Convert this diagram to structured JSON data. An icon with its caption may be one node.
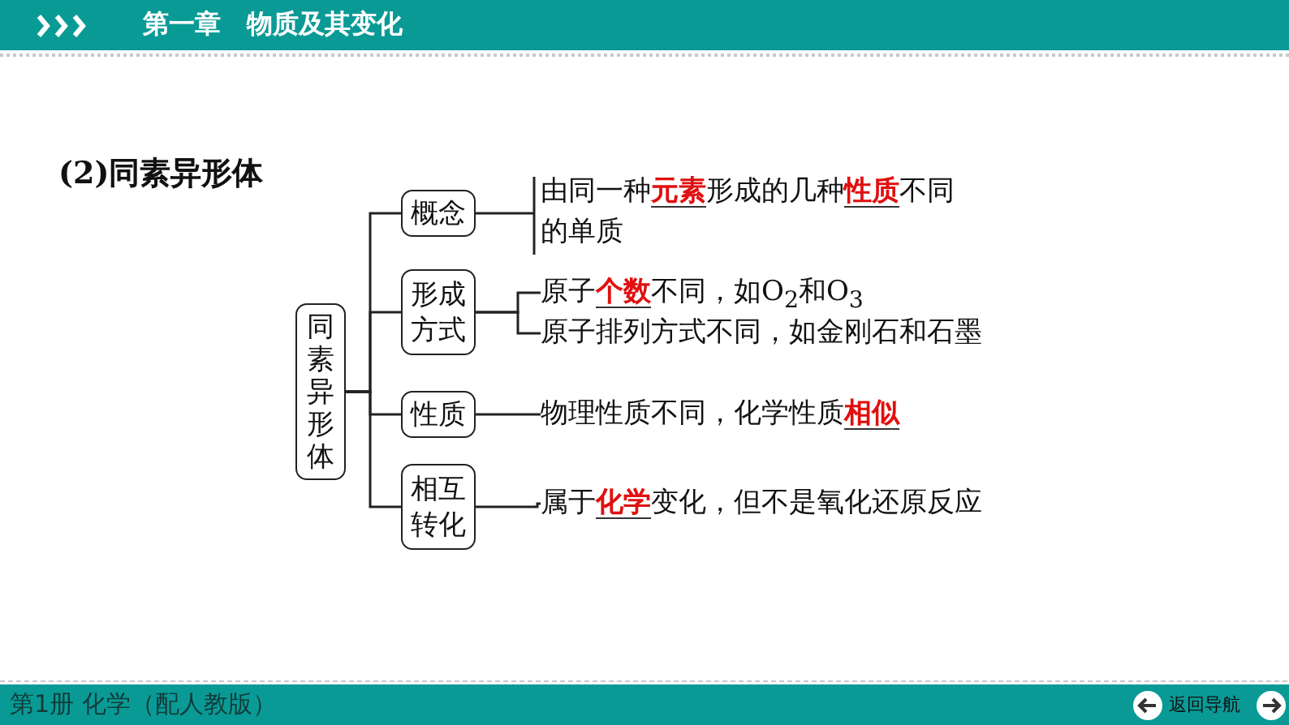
{
  "diagram": {
    "title": "(2)同素异形体",
    "nodes": [
      {
        "text": [
          "同素异形体"
        ]
      },
      {
        "text": [
          "概念"
        ]
      },
      {
        "text": [
          "形成方式"
        ]
      },
      {
        "text": [
          "性质"
        ]
      },
      {
        "text": [
          "相互转化"
        ]
      },
      {
        "text": [
          "由同一种**元素**形成的几种**性质**不同的单质"
        ]
      },
      {
        "text": [
          "原子**个数**不同，如O$_{2}$和O$_{3}$"
        ]
      },
      {
        "text": [
          "原子排列方式不同，如金刚石和石墨"
        ]
      },
      {
        "text": [
          "物理性质不同，化学性质**相似**"
        ]
      },
      {
        "text": [
          "属于**化学**变化，但不是氧化还原反应"
        ]
      }
    ],
    "edges": [
      {
        "from": 0,
        "to": 1,
        "arrow": "none"
      },
      {
        "from": 0,
        "to": 2,
        "arrow": "none"
      },
      {
        "from": 0,
        "to": 3,
        "arrow": "none"
      },
      {
        "from": 0,
        "to": 4,
        "arrow": "none"
      },
      {
        "from": 1,
        "to": 5,
        "arrow": "none"
      },
      {
        "from": 2,
        "to": 6,
        "arrow": "none"
      },
      {
        "from": 2,
        "to": 7,
        "arrow": "none"
      },
      {
        "from": 3,
        "to": 8,
        "arrow": "none"
      },
      {
        "from": 4,
        "to": 9,
        "arrow": "none"
      }
    ],
    "labels": [
      "第一章　物质及其变化",
      "第1册 化学（配人教版）",
      "返回导航"
    ]
  }
}
